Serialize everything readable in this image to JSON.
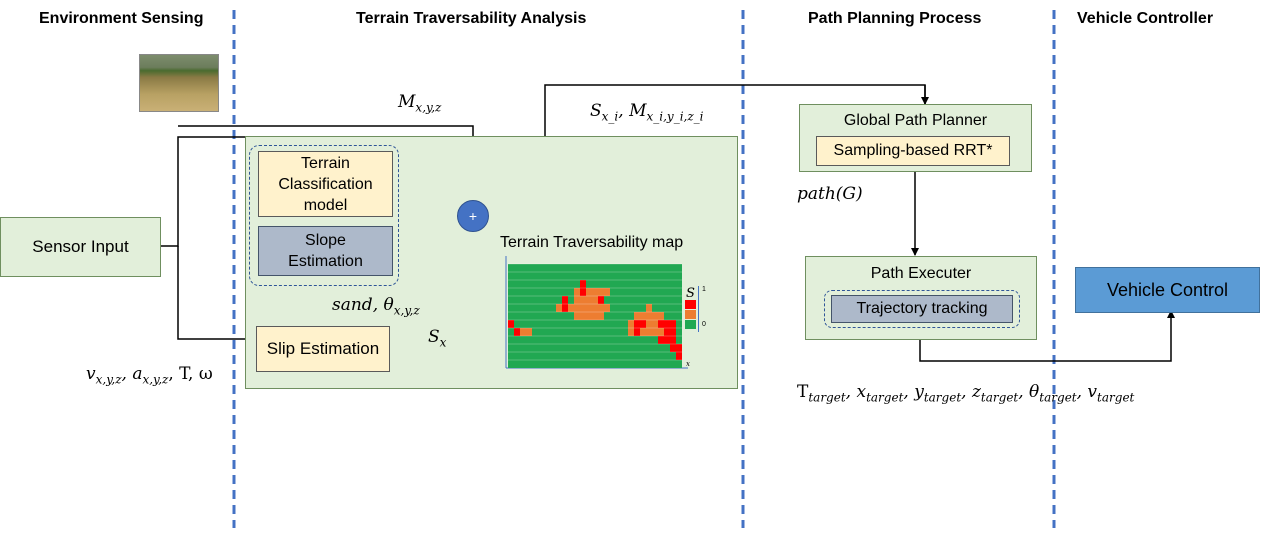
{
  "headers": {
    "env": "Environment Sensing",
    "terrain": "Terrain Traversability Analysis",
    "path": "Path Planning Process",
    "vehicle": "Vehicle Controller"
  },
  "boxes": {
    "sensor_input": "Sensor Input",
    "terrain_classification": "Terrain Classification model",
    "slope_estimation": "Slope Estimation",
    "slip_estimation": "Slip Estimation",
    "global_path_planner": "Global Path Planner",
    "rrt": "Sampling-based RRT*",
    "path_executer": "Path Executer",
    "trajectory_tracking": "Trajectory tracking",
    "vehicle_control": "Vehicle Control"
  },
  "labels": {
    "map_title": "Terrain Traversability map",
    "sum_symbol": "+",
    "legend_s": "S",
    "legend_hi": "1",
    "legend_lo": "0",
    "axis_x": "x"
  },
  "math": {
    "m": "M",
    "m_sub": "x,y,z",
    "s_xi": "S",
    "s_xi_sub": "x_i",
    "sep1": ", ",
    "m2": "M",
    "m2_sub": "x_i,y_i,z_i",
    "path_g": "path(G)",
    "sand": "sand, θ",
    "sand_sub": "x,y,z",
    "sx": "S",
    "sx_sub": "x",
    "v": "v",
    "v_sub": "x,y,z",
    "a": ", a",
    "a_sub": "x,y,z",
    "tw": ", T, ω",
    "t": "T",
    "t_sub": "target",
    "x": ", x",
    "x_sub": "target",
    "y": ", y",
    "y_sub": "target",
    "z": ", z",
    "z_sub": "target",
    "theta": ", θ",
    "theta_sub": "target",
    "vt": ", v",
    "vt_sub": "target"
  },
  "colors": {
    "divider": "#4472c4",
    "green_bg": "#e2efda",
    "tan_bg": "#fff2cc",
    "gray_bg": "#adb9ca",
    "blue_box": "#5b9bd5",
    "map_green": "#21a852",
    "map_orange": "#ed7d31",
    "map_red": "#ff0000"
  },
  "map_grid": [
    "GGGGGGGGGGGGGGGGGGGGGGGGGGGGG",
    "GGGGGGGGGGGGGGGGGGGGGGGGGGGGG",
    "GGGGGGGGGGGGRGGGGGGGGGGGGGGGG",
    "GGGGGGGGGGGOROOOOGGGGGGGGGGGG",
    "GGGGGGGGGRGOOOORGGGGGGGGGGGGG",
    "GGGGGGGGOROOOOOOOGGGGGGOGGGGG",
    "GGGGGGGGGGGOOOOOGGGGGOOOOOGGG",
    "RGGGGGGGGGGGGGGGGGGGORROORRRG",
    "GROOGGGGGGGGGGGGGGGGOROOOORRG",
    "GGGGGGGGGGGGGGGGGGGGGGGGGRRRG",
    "GGGGGGGGGGGGGGGGGGGGGGGGGGGRR",
    "GGGGGGGGGGGGGGGGGGGGGGGGGGGGR",
    "GGGGGGGGGGGGGGGGGGGGGGGGGGGGG"
  ]
}
